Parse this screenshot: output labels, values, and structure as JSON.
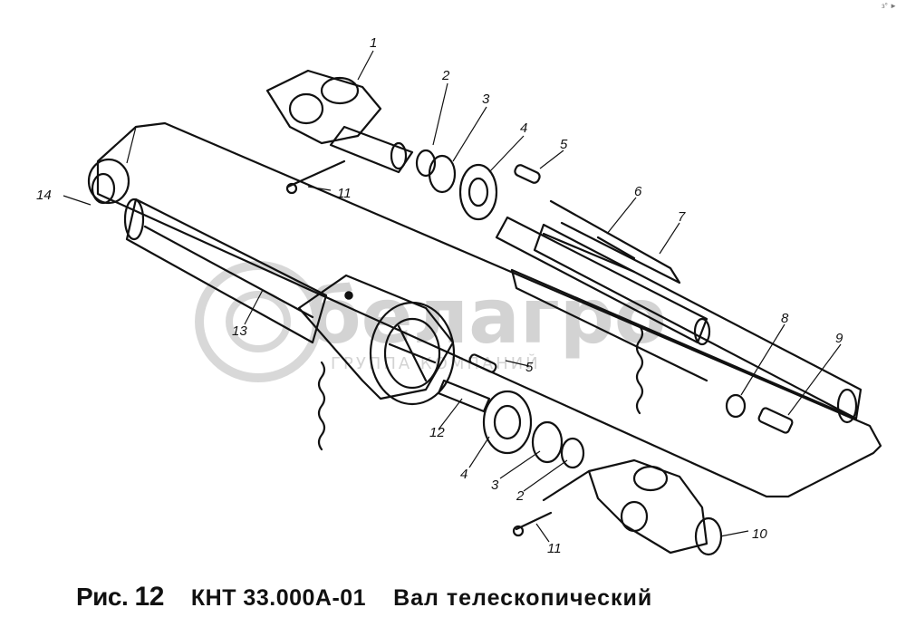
{
  "caption": {
    "figure_prefix": "Рис.",
    "figure_number": "12",
    "model_code": "КНТ 33.000А-01",
    "title": "Вал телескопический"
  },
  "watermark": {
    "brand": "белагро",
    "subtitle": "ГРУППА КОМПАНИЙ"
  },
  "corner_mark": "з° ►",
  "callouts": [
    "1",
    "2",
    "3",
    "4",
    "5",
    "6",
    "7",
    "8",
    "9",
    "10",
    "11",
    "13",
    "14",
    "5",
    "12",
    "4",
    "3",
    "2",
    "11"
  ]
}
